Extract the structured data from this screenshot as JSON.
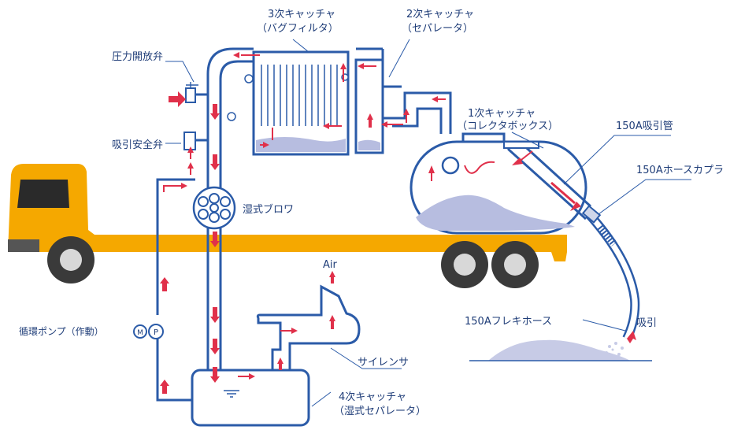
{
  "labels": {
    "catcher3_line1": "3次キャッチャ",
    "catcher3_line2": "（バグフィルタ）",
    "catcher2_line1": "2次キャッチャ",
    "catcher2_line2": "（セパレータ）",
    "pressure_valve": "圧力開放弁",
    "suction_safety_valve": "吸引安全弁",
    "catcher1_line1": "1次キャッチャ",
    "catcher1_line2": "（コレクタボックス）",
    "suction_pipe": "150A吸引管",
    "hose_coupler": "150Aホースカプラ",
    "wet_blower": "湿式ブロワ",
    "air": "Air",
    "circulation_pump": "循環ポンプ（作動）",
    "silencer": "サイレンサ",
    "flexible_hose": "150Aフレキホース",
    "suction": "吸引",
    "catcher4_line1": "4次キャッチャ",
    "catcher4_line2": "（湿式セパレータ）",
    "motor_symbol": "M",
    "pump_symbol": "P"
  },
  "colors": {
    "pipe": "#2b5ba8",
    "flow_arrow": "#e0304a",
    "truck_cab": "#f5a800",
    "truck_frame": "#f5a800",
    "dust": "#b7bde0",
    "label_text": "#1f3d78"
  }
}
